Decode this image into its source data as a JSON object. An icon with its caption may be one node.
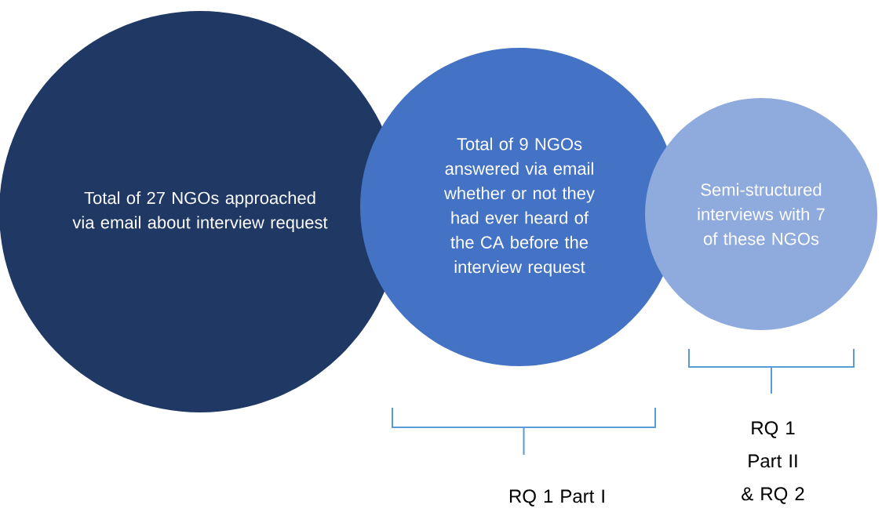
{
  "diagram": {
    "nodes": [
      {
        "text": [
          "Total of 27 NGOs approached via email about interview request"
        ]
      },
      {
        "text": [
          "Total of 9 NGOs answered via email whether or not they had ever heard of the CA before the interview request"
        ]
      },
      {
        "text": [
          "Semi-structured interviews with 7 of these NGOs"
        ]
      }
    ],
    "labels": [
      "RQ 1 Part I",
      "RQ 1 Part II & RQ 2"
    ]
  }
}
